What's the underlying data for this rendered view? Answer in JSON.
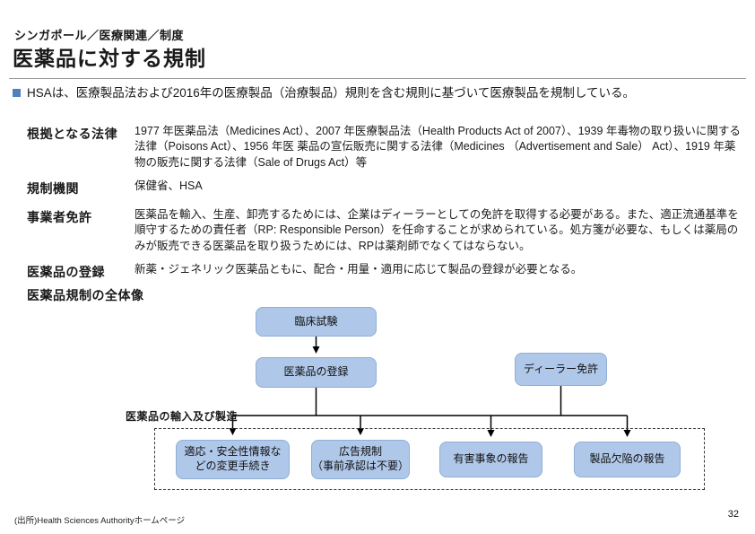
{
  "page": {
    "eyebrow": "シンガポール／医療関連／制度",
    "title": "医薬品に対する規制",
    "bullet_text": "HSAは、医療製品法および2016年の医療製品（治療製品）規則を含む規則に基づいて医療製品を規制している。",
    "source": "(出所)Health Sciences Authorityホームページ",
    "page_number": "32"
  },
  "table": {
    "rows": [
      {
        "label": "根拠となる法律",
        "text": "1977 年医薬品法（Medicines Act）、2007 年医療製品法（Health Products Act of 2007）、1939 年毒物の取り扱いに関する法律（Poisons Act）、1956 年医 薬品の宣伝販売に関する法律（Medicines （Advertisement and Sale） Act）、1919 年薬 物の販売に関する法律（Sale of Drugs Act）等"
      },
      {
        "label": "規制機関",
        "text": "保健省、HSA"
      },
      {
        "label": "事業者免許",
        "text": "医薬品を輸入、生産、卸売するためには、企業はディーラーとしての免許を取得する必要がある。また、適正流通基準を順守するための責任者（RP: Responsible Person）を任命することが求められている。処方箋が必要な、もしくは薬局のみが販売できる医薬品を取り扱うためには、RPは薬剤師でなくてはならない。"
      },
      {
        "label": "医薬品の登録",
        "text": "新薬・ジェネリック医薬品ともに、配合・用量・適用に応じて製品の登録が必要となる。"
      }
    ]
  },
  "diagram": {
    "heading": "医薬品規制の全体像",
    "group_label": "医薬品の輸入及び製造",
    "nodes": {
      "clinical": "臨床試験",
      "registration": "医薬品の登録",
      "dealer": "ディーラー免許",
      "change_line1": "適応・安全性情報な",
      "change_line2": "どの変更手続き",
      "ad_line1": "広告規制",
      "ad_line2": "（事前承認は不要）",
      "adverse": "有害事象の報告",
      "defect": "製品欠陥の報告"
    },
    "colors": {
      "bullet_accent": "#4F81BD",
      "node_fill": "#AFC7E8",
      "node_border": "#8FAFD6",
      "connector": "#000000"
    }
  }
}
